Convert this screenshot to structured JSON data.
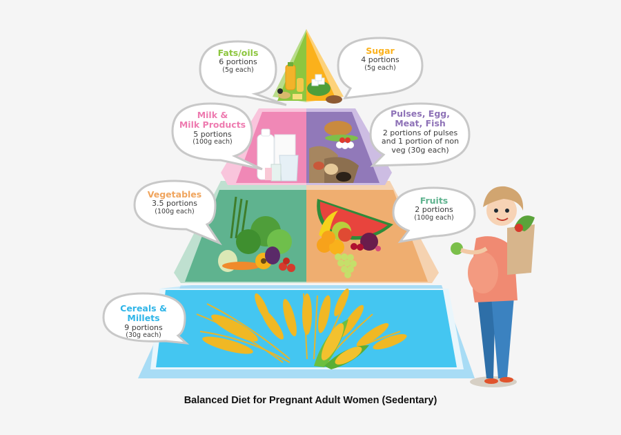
{
  "caption": "Balanced Diet for Pregnant Adult Women (Sedentary)",
  "colors": {
    "background": "#f5f5f5",
    "fats": "#8dc63f",
    "sugar": "#fbb11b",
    "milk": "#f088b6",
    "pulses": "#9179b9",
    "vegetables": "#5fb38f",
    "fruits": "#efae70",
    "cereals": "#44c6f1"
  },
  "tiers": [
    {
      "level": 1,
      "groups": [
        {
          "id": "fats",
          "title": "Fats/oils",
          "portions": "6 portions",
          "serving": "(5g each)",
          "title_color": "#8dc63f"
        },
        {
          "id": "sugar",
          "title": "Sugar",
          "portions": "4 portions",
          "serving": "(5g each)",
          "title_color": "#fbb11b"
        }
      ]
    },
    {
      "level": 2,
      "groups": [
        {
          "id": "milk",
          "title_line1": "Milk &",
          "title_line2": "Milk Products",
          "portions": "5 portions",
          "serving": "(100g each)",
          "title_color": "#ee7bb0"
        },
        {
          "id": "pulses",
          "title_line1": "Pulses, Egg,",
          "title_line2": "Meat, Fish",
          "portions_line1": "2 portions of pulses",
          "portions_line2": "and 1 portion  of non",
          "portions_line3": "veg (30g each)",
          "title_color": "#8e72b7"
        }
      ]
    },
    {
      "level": 3,
      "groups": [
        {
          "id": "vegetables",
          "title": "Vegetables",
          "portions": "3.5 portions",
          "serving": "(100g each)",
          "title_color": "#f0a55e"
        },
        {
          "id": "fruits",
          "title": "Fruits",
          "portions": "2 portions",
          "serving": "(100g each)",
          "title_color": "#5fb38f"
        }
      ]
    },
    {
      "level": 4,
      "groups": [
        {
          "id": "cereals",
          "title": "Cereals & Millets",
          "portions": "9 portions",
          "serving": "(30g each)",
          "title_color": "#2fb5e8"
        }
      ]
    }
  ]
}
